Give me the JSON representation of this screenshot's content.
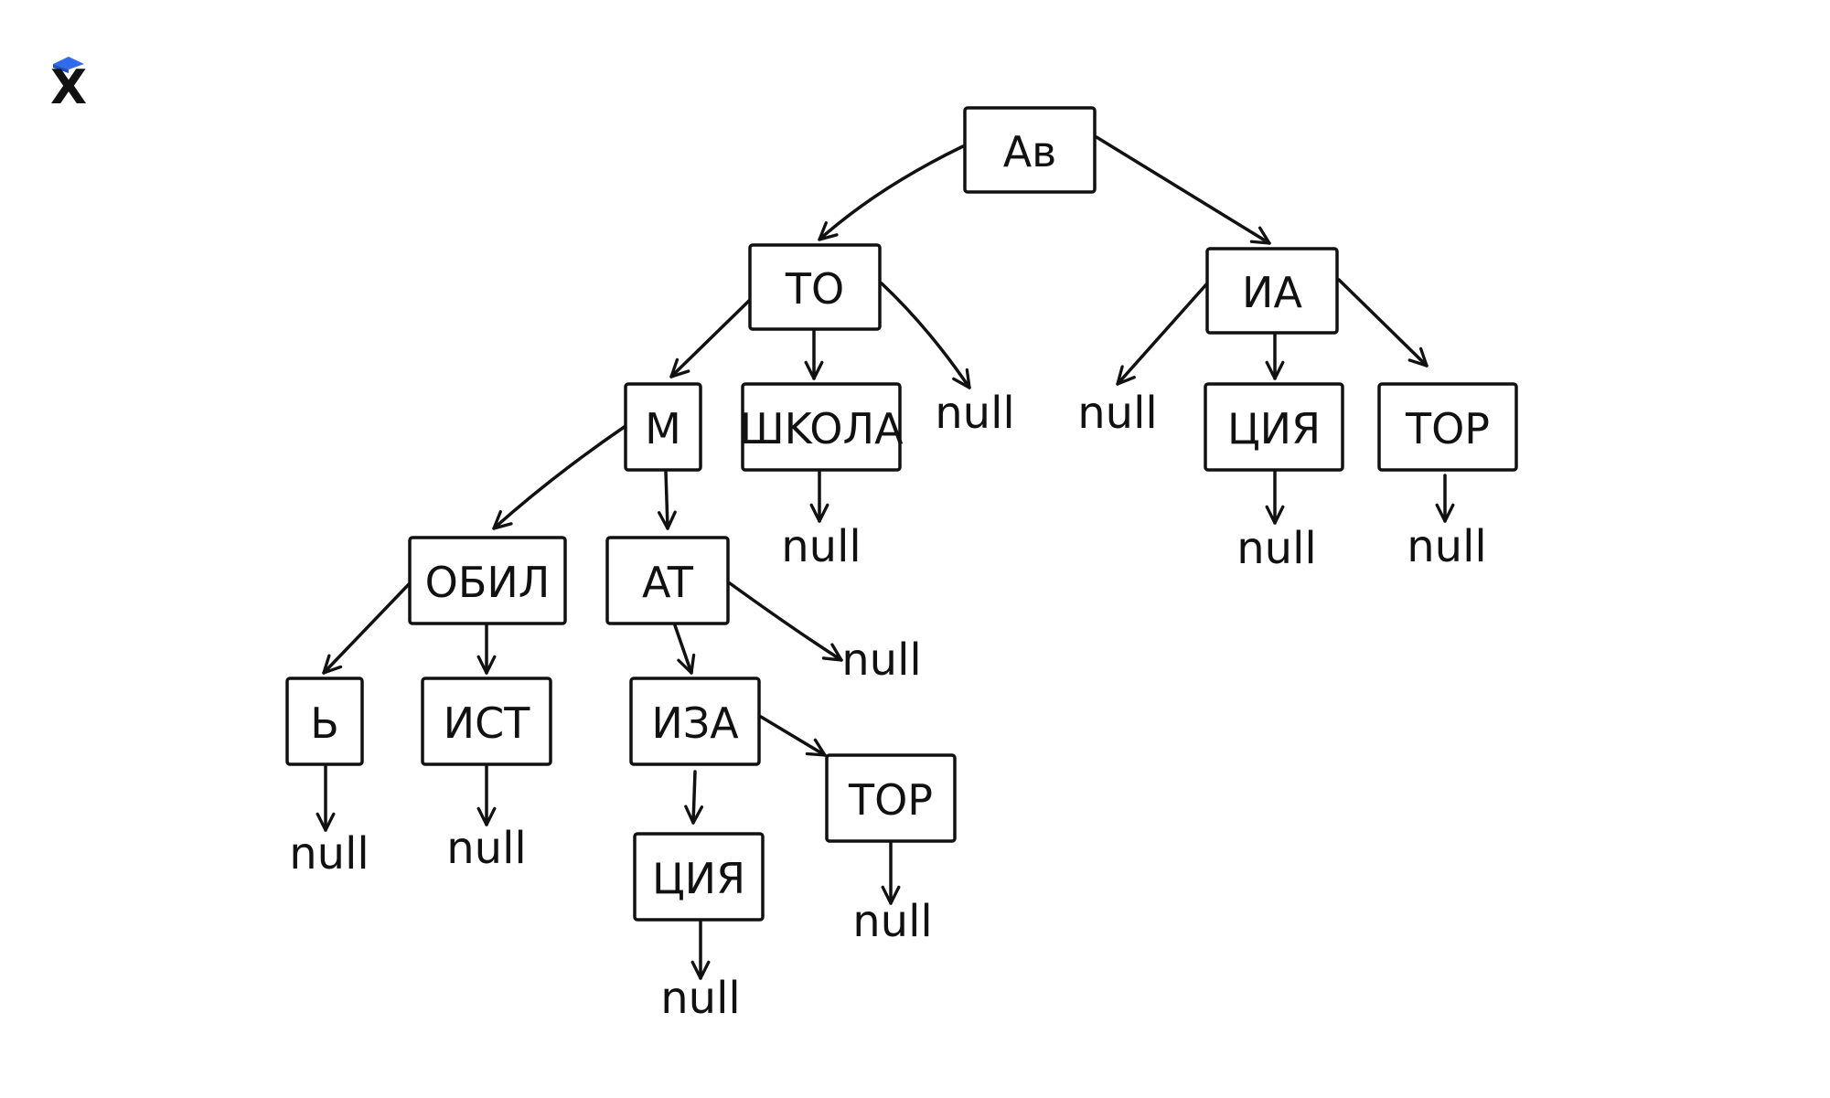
{
  "logo": {
    "text": "X",
    "accent_color": "#2F6BEA"
  },
  "null_label": "null",
  "nodes": [
    {
      "id": "av",
      "label": "Aв"
    },
    {
      "id": "to",
      "label": "TO"
    },
    {
      "id": "ia",
      "label": "ИA"
    },
    {
      "id": "m",
      "label": "M"
    },
    {
      "id": "shkola",
      "label": "ШKOЛA"
    },
    {
      "id": "tsiya1",
      "label": "ЦИЯ"
    },
    {
      "id": "tor1",
      "label": "TOP"
    },
    {
      "id": "obil",
      "label": "OБИЛ"
    },
    {
      "id": "at",
      "label": "AT"
    },
    {
      "id": "soft",
      "label": "Ь"
    },
    {
      "id": "ist",
      "label": "ИСТ"
    },
    {
      "id": "iza",
      "label": "ИЗA"
    },
    {
      "id": "tor2",
      "label": "TOP"
    },
    {
      "id": "tsiya2",
      "label": "ЦИЯ"
    }
  ],
  "edges": [
    {
      "from": "av",
      "to": "to"
    },
    {
      "from": "av",
      "to": "ia"
    },
    {
      "from": "to",
      "to": "m"
    },
    {
      "from": "to",
      "to": "shkola"
    },
    {
      "from": "to",
      "to": "null"
    },
    {
      "from": "ia",
      "to": "null"
    },
    {
      "from": "ia",
      "to": "tsiya1"
    },
    {
      "from": "ia",
      "to": "tor1"
    },
    {
      "from": "m",
      "to": "obil"
    },
    {
      "from": "m",
      "to": "at"
    },
    {
      "from": "shkola",
      "to": "null"
    },
    {
      "from": "tsiya1",
      "to": "null"
    },
    {
      "from": "tor1",
      "to": "null"
    },
    {
      "from": "obil",
      "to": "soft"
    },
    {
      "from": "obil",
      "to": "ist"
    },
    {
      "from": "at",
      "to": "iza"
    },
    {
      "from": "at",
      "to": "null"
    },
    {
      "from": "soft",
      "to": "null"
    },
    {
      "from": "ist",
      "to": "null"
    },
    {
      "from": "iza",
      "to": "tsiya2"
    },
    {
      "from": "iza",
      "to": "tor2"
    },
    {
      "from": "tsiya2",
      "to": "null"
    },
    {
      "from": "tor2",
      "to": "null"
    }
  ]
}
